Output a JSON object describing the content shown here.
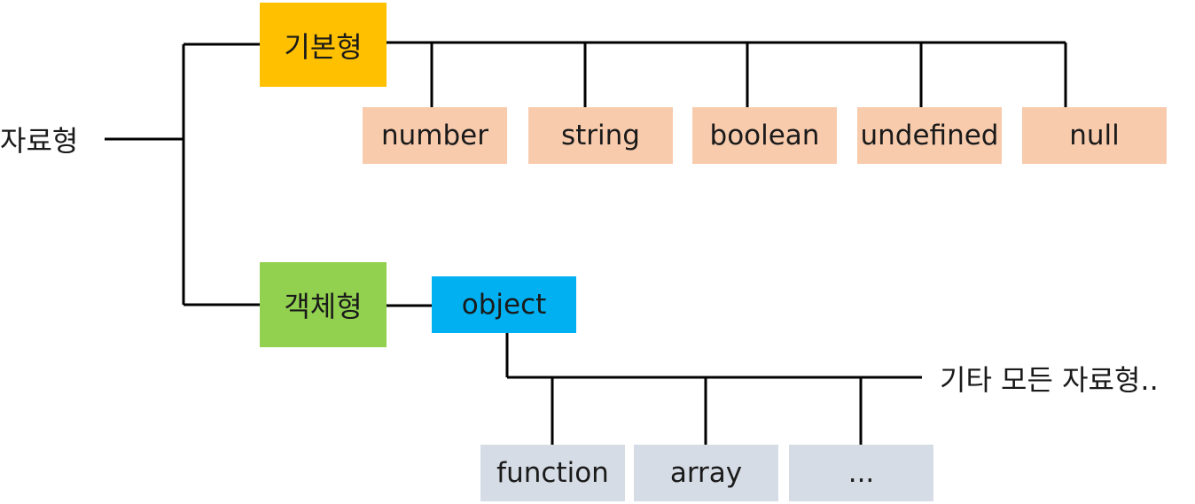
{
  "root": {
    "label": "자료형"
  },
  "primitive": {
    "label": "기본형",
    "color": "#FFC000",
    "child_color": "#F8CBAD",
    "children": [
      "number",
      "string",
      "boolean",
      "undefined",
      "null"
    ]
  },
  "object_type": {
    "label": "객체형",
    "color": "#92D050",
    "object": {
      "label": "object",
      "color": "#00B0F0"
    },
    "child_color": "#D6DCE5",
    "children": [
      "function",
      "array",
      "..."
    ],
    "other_label": "기타 모든 자료형.."
  }
}
